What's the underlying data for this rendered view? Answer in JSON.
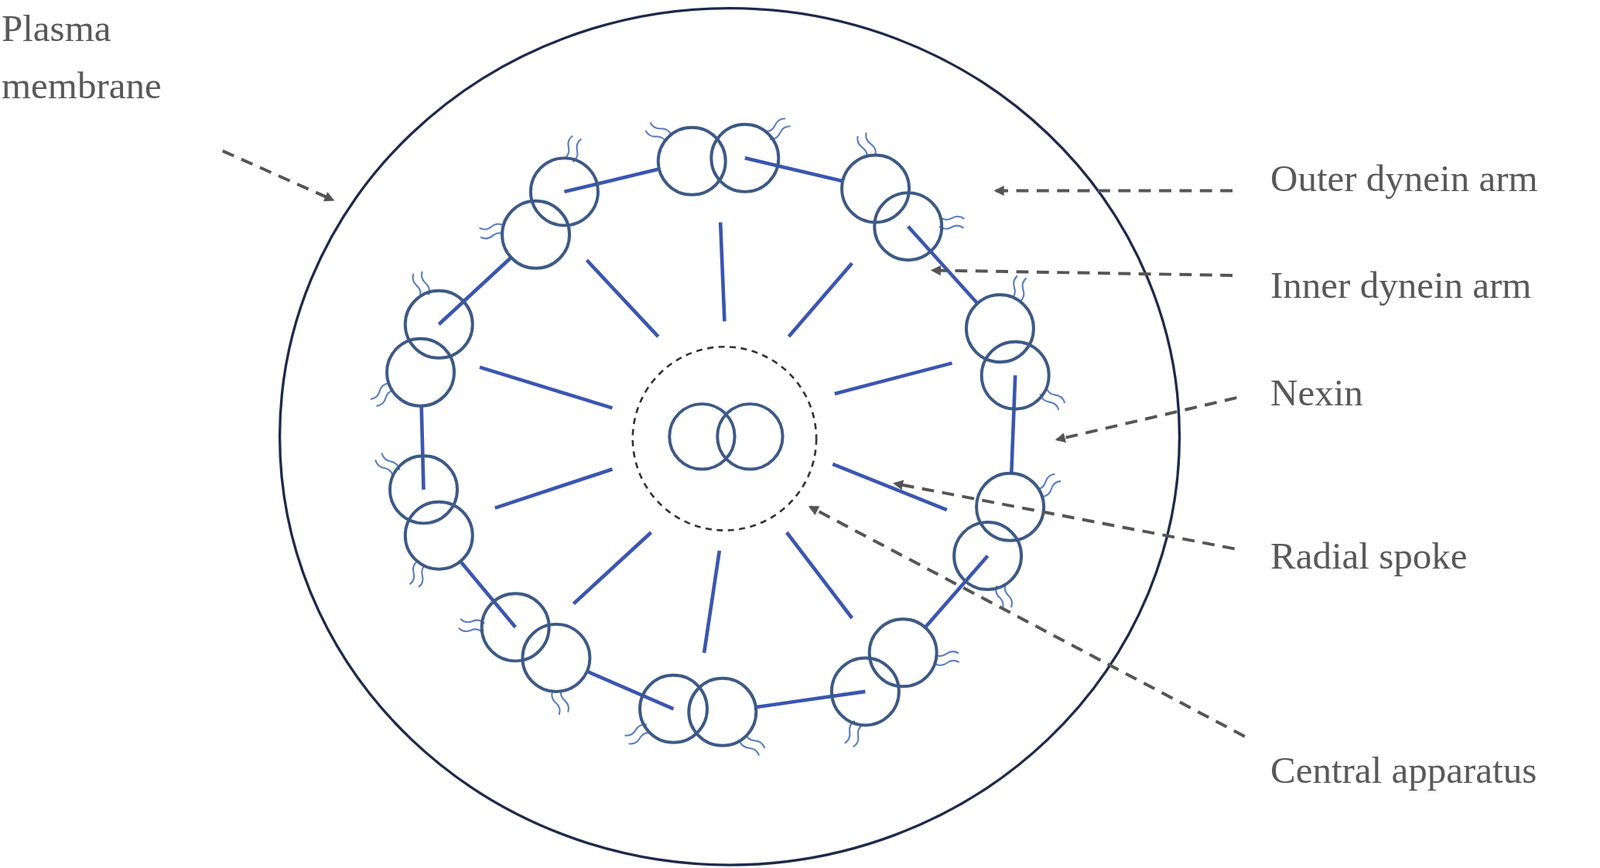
{
  "diagram": {
    "labels": [
      "Plasma membrane",
      "Outer dynein arm",
      "Inner dynein arm",
      "Nexin",
      "Radial spoke",
      "Central apparatus"
    ]
  }
}
